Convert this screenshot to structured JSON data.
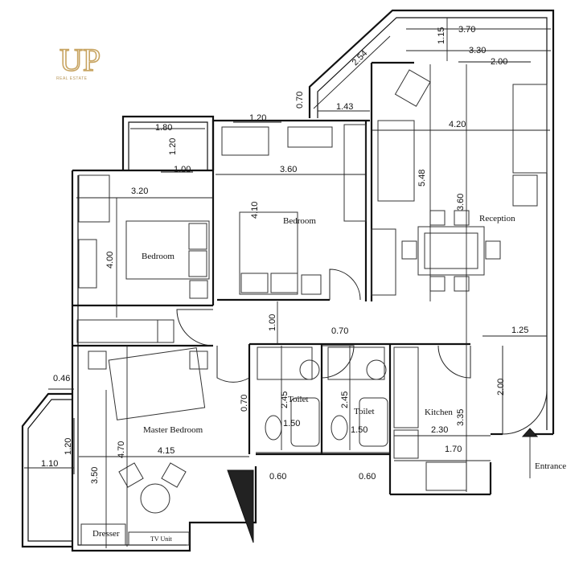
{
  "logo": {
    "mark": "UP",
    "subtitle": "REAL ESTATE",
    "color": "#c8a563"
  },
  "rooms": {
    "bedroom_1": "Bedroom",
    "bedroom_2": "Bedroom",
    "reception": "Reception",
    "master_bedroom": "Master Bedroom",
    "toilet_1": "Toilet",
    "toilet_2": "Toilet",
    "kitchen": "Kitchen",
    "dresser": "Dresser",
    "tv_unit": "TV Unit",
    "entrance": "Entrance"
  },
  "dimensions": {
    "d_3_70": "3.70",
    "d_1_15": "1.15",
    "d_3_30": "3.30",
    "d_2_00_top": "2.00",
    "d_2_54": "2.54",
    "d_0_70_top": "0.70",
    "d_1_43": "1.43",
    "d_1_20_top": "1.20",
    "d_4_20": "4.20",
    "d_1_80": "1.80",
    "d_1_20_balcony": "1.20",
    "d_1_00_balcony": "1.00",
    "d_3_60": "3.60",
    "d_3_20": "3.20",
    "d_5_48": "5.48",
    "d_3_60_vert": "3.60",
    "d_4_10": "4.10",
    "d_4_00": "4.00",
    "d_1_00_hall": "1.00",
    "d_0_70_hall": "0.70",
    "d_1_25": "1.25",
    "d_0_46": "0.46",
    "d_0_70_door": "0.70",
    "d_2_45_a": "2.45",
    "d_2_45_b": "2.45",
    "d_1_50_a": "1.50",
    "d_1_50_b": "1.50",
    "d_2_00_kitchen": "2.00",
    "d_3_35": "3.35",
    "d_2_30": "2.30",
    "d_1_70": "1.70",
    "d_1_20_left": "1.20",
    "d_1_10": "1.10",
    "d_4_70": "4.70",
    "d_4_15": "4.15",
    "d_3_50": "3.50",
    "d_0_60_a": "0.60",
    "d_0_60_b": "0.60"
  }
}
